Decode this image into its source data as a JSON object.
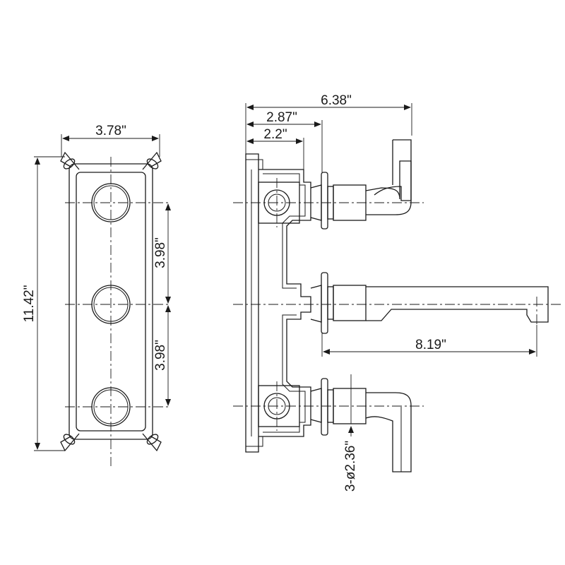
{
  "dimensions": {
    "plate_width": "3.78\"",
    "plate_height": "11.42\"",
    "spacing_upper": "3.98\"",
    "spacing_lower": "3.98\"",
    "overall_depth": "6.38\"",
    "depth_mid": "2.87\"",
    "depth_body": "2.2\"",
    "spout_reach": "8.19\"",
    "hole_dia": "3-ø2.36\""
  },
  "colors": {
    "line": "#1a1a1a",
    "background": "#ffffff"
  }
}
